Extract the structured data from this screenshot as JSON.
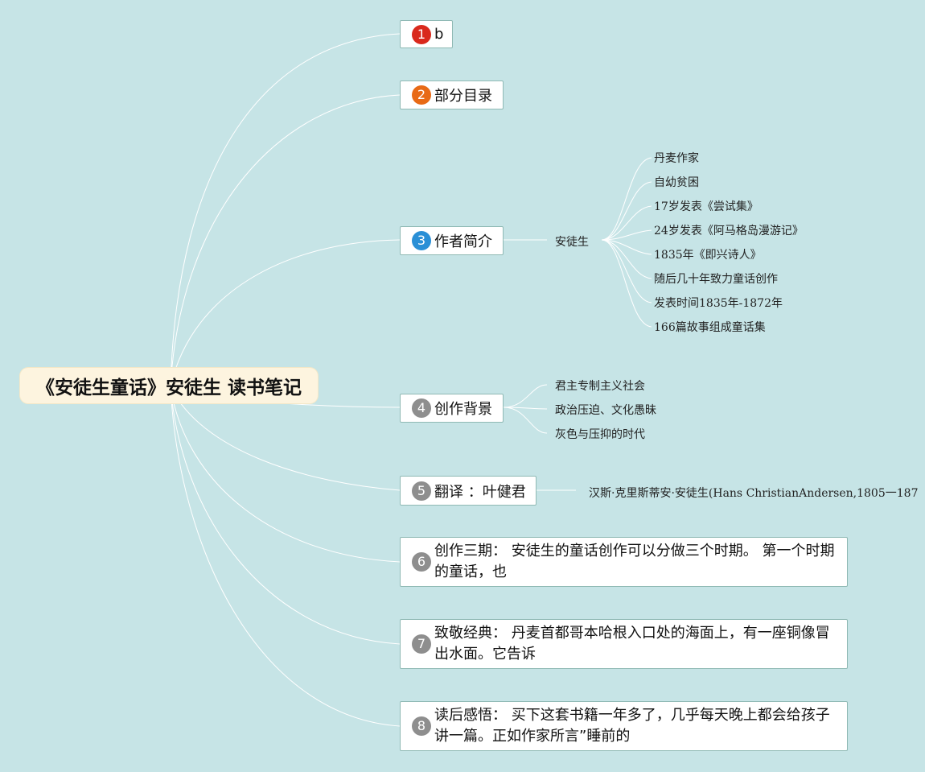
{
  "root": {
    "title": "《安徒生童话》安徒生 读书笔记"
  },
  "branches": [
    {
      "number": "1",
      "label": "b"
    },
    {
      "number": "2",
      "label": "部分目录"
    },
    {
      "number": "3",
      "label": "作者简介"
    },
    {
      "number": "4",
      "label": "创作背景"
    },
    {
      "number": "5",
      "label": "翻译 ：叶健君"
    },
    {
      "number": "6",
      "label": "创作三期： 安徒生的童话创作可以分做三个时期。 第一个时期的童话，也"
    },
    {
      "number": "7",
      "label": "致敬经典： 丹麦首都哥本哈根入口处的海面上，有一座铜像冒出水面。它告诉"
    },
    {
      "number": "8",
      "label": "读后感悟： 买下这套书籍一年多了，几乎每天晚上都会给孩子讲一篇。正如作家所言”睡前的"
    }
  ],
  "author": {
    "name": "安徒生",
    "facts": [
      "丹麦作家",
      "自幼贫困",
      "17岁发表《尝试集》",
      "24岁发表《阿马格岛漫游记》",
      "1835年《即兴诗人》",
      "随后几十年致力童话创作",
      "发表时间1835年-1872年",
      "166篇故事组成童话集"
    ]
  },
  "background": {
    "items": [
      "君主专制主义社会",
      "政治压迫、文化愚昧",
      "灰色与压抑的时代"
    ]
  },
  "translator": {
    "note": "汉斯·克里斯蒂安·安徒生(Hans ChristianAndersen,1805一187"
  }
}
